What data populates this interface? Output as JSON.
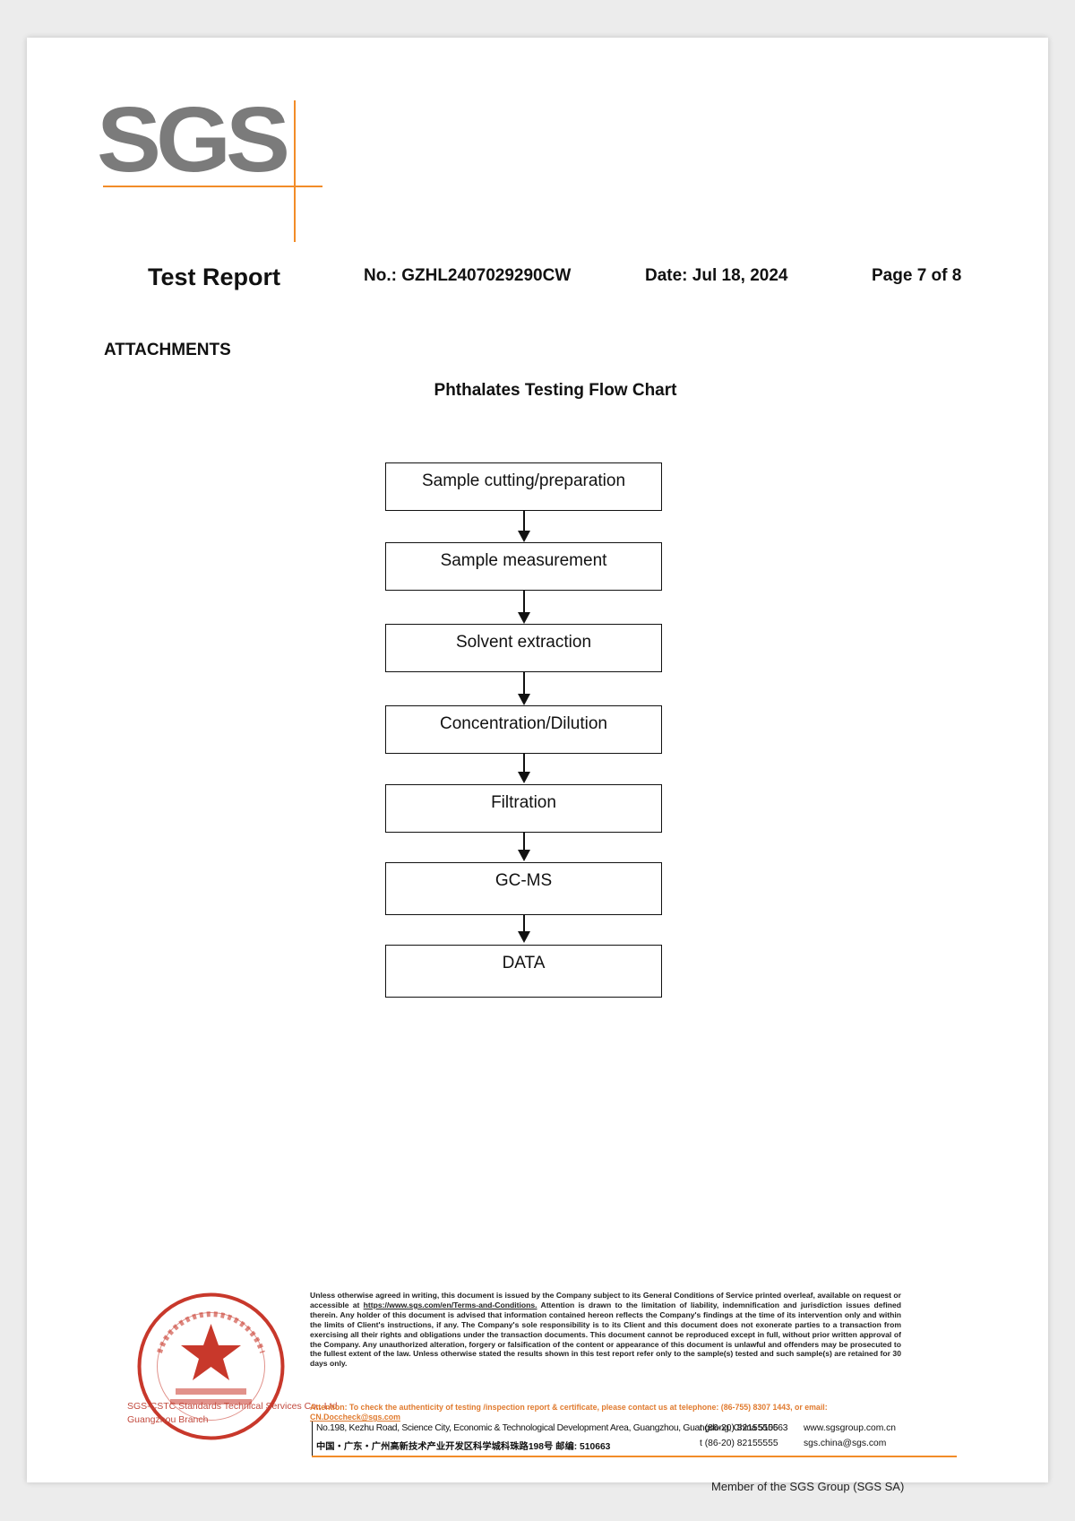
{
  "logo": {
    "text": "SGS"
  },
  "header": {
    "title": "Test Report",
    "report_no": "No.: GZHL2407029290CW",
    "date": "Date:  Jul 18, 2024",
    "page": "Page 7 of 8"
  },
  "section_label": "ATTACHMENTS",
  "flowchart": {
    "title": "Phthalates Testing Flow Chart",
    "steps": [
      "Sample cutting/preparation",
      "Sample measurement",
      "Solvent extraction",
      "Concentration/Dilution",
      "Filtration",
      "GC-MS",
      "DATA"
    ]
  },
  "footer": {
    "legal_pre": "Unless otherwise agreed in writing, this document is issued by the Company subject to its General Conditions of Service printed overleaf, available on request or accessible at ",
    "legal_link": "https://www.sgs.com/en/Terms-and-Conditions.",
    "legal_post": " Attention is drawn to the limitation of liability, indemnification and jurisdiction issues defined therein. Any holder of this document is advised that information contained hereon reflects the Company's findings at the time of its intervention only and within the limits of Client's instructions, if any. The Company's sole responsibility is to its Client and this document does not exonerate parties to a transaction from exercising all their rights and obligations under the transaction documents. This document cannot be reproduced except in full, without prior written approval of the Company. Any unauthorized alteration, forgery or falsification of the content or appearance of this document is unlawful and offenders may be prosecuted to the fullest extent of the law. Unless otherwise stated the results shown in this test report refer only to the sample(s) tested and such sample(s) are retained for 30 days only.",
    "attention_text": "Attention: To check the authenticity of testing /inspection report & certificate, please contact us at telephone: (86-755) 8307 1443, or email: ",
    "attention_email": "CN.Doccheck@sgs.com",
    "address_en": "No.198, Kezhu Road, Science City, Economic & Technological Development Area, Guangzhou, Guangdong, China  510663",
    "address_cn": "中国・广东・广州高新技术产业开发区科学城科珠路198号  邮编: 510663",
    "tel_1": "t (86-20) 82155555",
    "tel_2": "t (86-20) 82155555",
    "web_1": "www.sgsgroup.com.cn",
    "web_2": "sgs.china@sgs.com",
    "member": "Member of the SGS Group (SGS SA)",
    "seal_side_1": "SGS-CSTC Standards Technical Services Co., Ltd.",
    "seal_side_2": "Guangzhou Branch"
  },
  "colors": {
    "accent": "#f28c28",
    "seal": "#c8382b",
    "logo_gray": "#7b7b7b"
  }
}
